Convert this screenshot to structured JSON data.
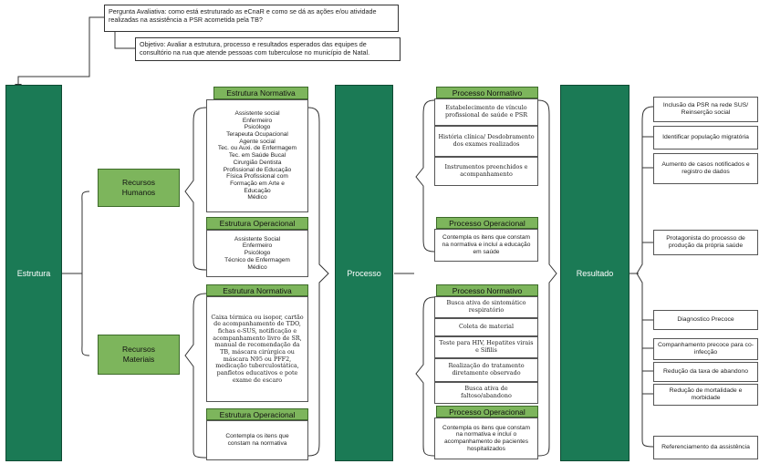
{
  "question": "Pergunta Avaliativa: como está estruturado as eCnaR e como se dá as ações e/ou atividade realizadas na assistência a PSR acometida pela TB?",
  "objective": "Objetivo: Avaliar a estrutura, processo e resultados esperados das equipes de consultório na rua que atende pessoas com tuberculose no município de Natal.",
  "columns": {
    "estrutura": "Estrutura",
    "processo": "Processo",
    "resultado": "Resultado"
  },
  "recursos": {
    "humanos": "Recursos Humanos",
    "materiais": "Recursos Materiais"
  },
  "estrutura": {
    "normativa_header": "Estrutura Normativa",
    "humanos_normativa": "Assistente social\nEnfermeiro\nPsicólogo\nTerapeuta Ocupacional\nAgente social\nTec. ou Auxi. de Enfermagem\nTec. em Saúde Bucal\nCirurgião Dentista\nProfissional de Educação\nFísica Profissional com\nFormação em Arte e\nEducação\nMédico",
    "operacional_header": "Estrutura Operacional",
    "humanos_operacional": "Assistente Social\nEnfermeiro\nPsicólogo\nTécnico de Enfermagem\nMédico",
    "materiais_normativa_header": "Estrutura Normativa",
    "materiais_normativa": "Caixa térmica ou isopor, cartão de acompanhamento de TDO, fichas e-SUS, notificação e acompanhamento livro de SR, manual de recomendação da TB, máscara cirúrgica ou máscara N95 ou PFF2, medicação tuberculostática, panfletos educativos e pote exame de escaro",
    "materiais_operacional_header": "Estrutura Operacional",
    "materiais_operacional": "Contempla os itens que constam na normativa"
  },
  "processo": {
    "normativo_header_1": "Processo Normativo",
    "items_1": [
      "Estabelecimento de vínculo profissional de saúde e PSR",
      "História clínica/ Desdobramento dos exames realizados",
      "Instrumentos preenchidos e acompanhamento"
    ],
    "operacional_header_1": "Processo Operacional",
    "operacional_1": "Contempla os itens que constam na normativa e incluí a educação em saúde",
    "normativo_header_2": "Processo Normativo",
    "items_2": [
      "Busca ativa de sintomático respiratório",
      "Coleta de material",
      "Teste para HIV, Hepatites virais e Sífilis",
      "Realização do tratamento diretamente observado",
      "Busca ativa de faltoso/abandono"
    ],
    "operacional_header_2": "Processo Operacional",
    "operacional_2": "Contempla os itens que constam na normativa e incluí o acompanhamento de pacientes hospitalizados"
  },
  "resultado": {
    "items": [
      "Inclusão da PSR na rede SUS/ Reinserção social",
      "Identificar população migratória",
      "Aumento de casos notificados e registro de dados",
      "Protagonista do processo de produção da própria saúde",
      "Diagnostico Precoce",
      "Companhamento precoce para co-infecção",
      "Redução da taxa de abandono",
      "Redução de mortalidade e morbidade",
      "Referenciamento da assistência"
    ]
  },
  "colors": {
    "dark_green": "#1b7a55",
    "light_green": "#7db55c"
  }
}
